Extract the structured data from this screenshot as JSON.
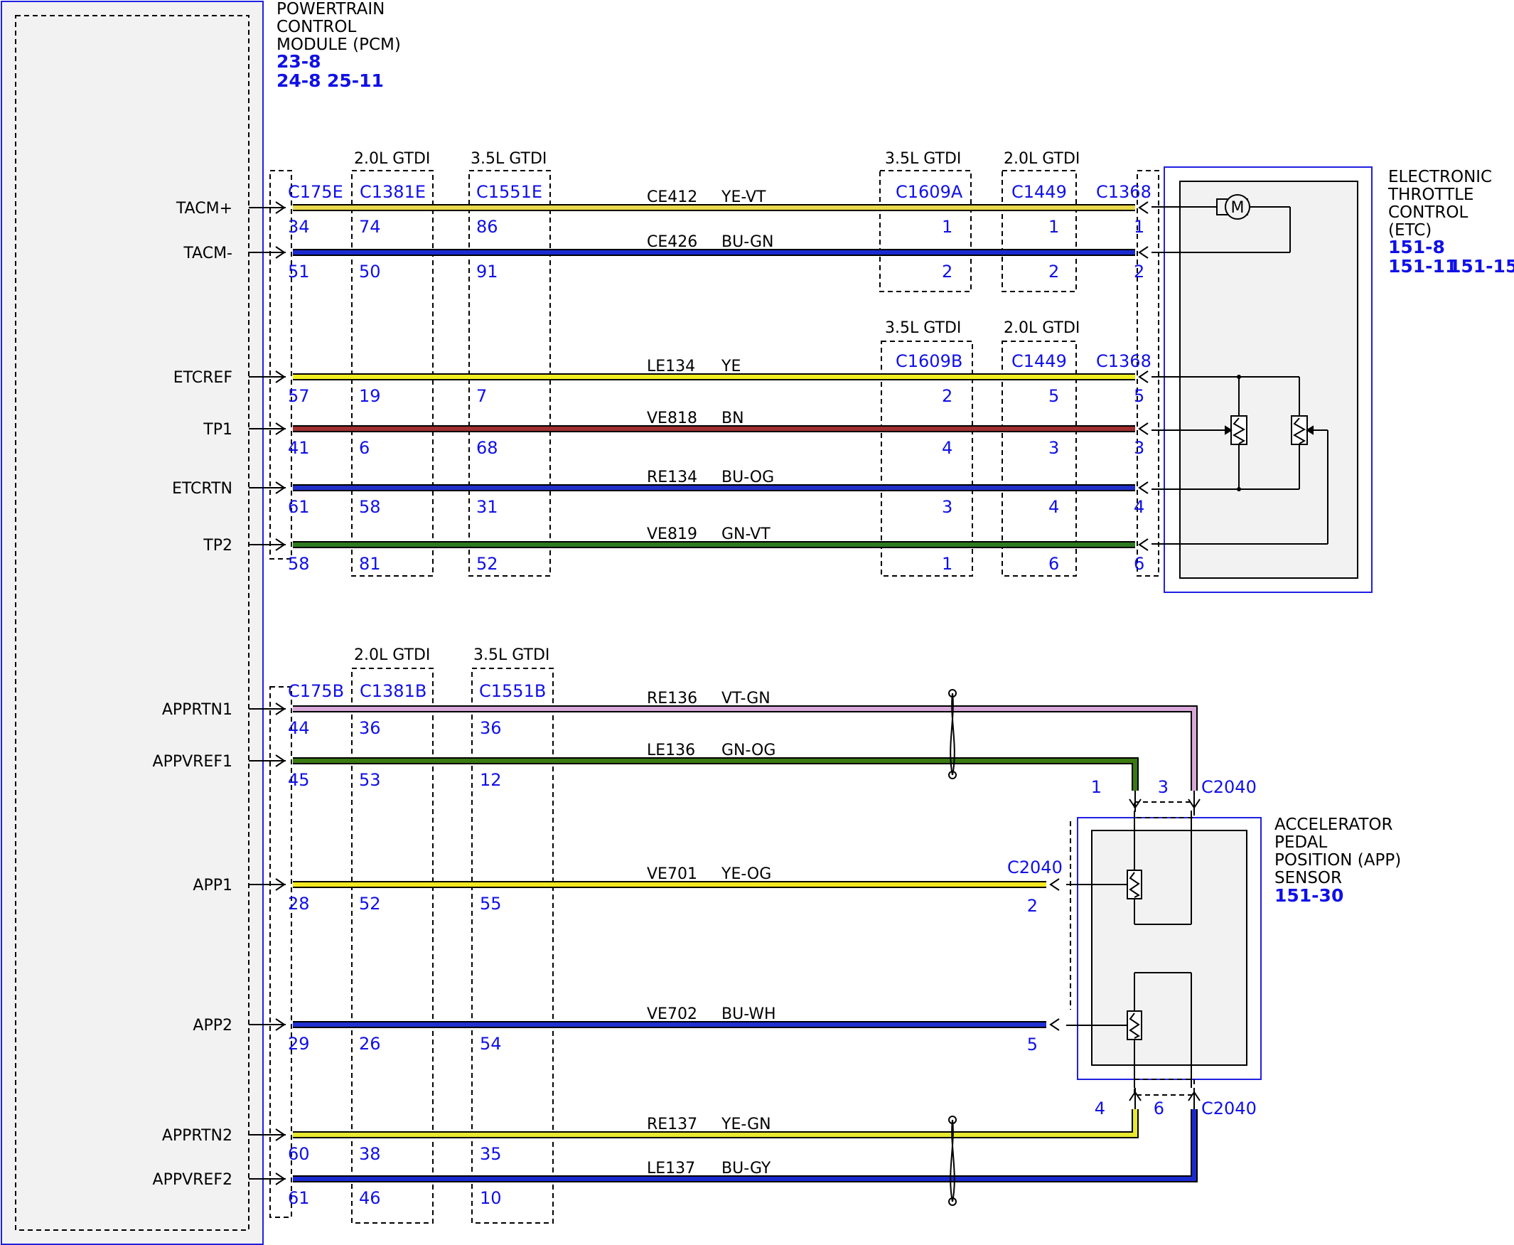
{
  "pcm": {
    "title": [
      "POWERTRAIN",
      "CONTROL",
      "MODULE (PCM)"
    ],
    "refs": [
      "23-8",
      "24-8",
      "25-11"
    ]
  },
  "etc": {
    "title": [
      "ELECTRONIC",
      "THROTTLE",
      "CONTROL",
      "(ETC)"
    ],
    "refs": [
      "151-8",
      "151-11",
      "151-15"
    ],
    "motor_symbol": "M"
  },
  "app_sensor": {
    "title": [
      "ACCELERATOR",
      "PEDAL",
      "POSITION (APP)",
      "SENSOR"
    ],
    "refs": [
      "151-30"
    ]
  },
  "variants": {
    "gtdi20": "2.0L GTDI",
    "gtdi35": "3.5L GTDI"
  },
  "connectors": {
    "top": [
      "C175E",
      "C1381E",
      "C1551E",
      "C1609A",
      "C1449",
      "C1368"
    ],
    "mid": [
      "C1609B",
      "C1449",
      "C1368"
    ],
    "bottom": [
      "C175B",
      "C1381B",
      "C1551B"
    ],
    "app": "C2040"
  },
  "colors": {
    "YE-VT": "#e8d84a",
    "BU-GN": "#1a2ad0",
    "YE": "#f0ee20",
    "BN": "#a03030",
    "BU-OG": "#2030c8",
    "GN-VT": "#2e7a20",
    "VT-GN": "#d8a8d8",
    "GN-OG": "#3a7a10",
    "YE-OG": "#f4e820",
    "BU-WH": "#2030d0",
    "YE-GN": "#e8e830",
    "BU-GY": "#1a2ad0"
  },
  "circuits": [
    {
      "signal": "TACM+",
      "circuit": "CE412",
      "color": "YE-VT",
      "pins": [
        "34",
        "74",
        "86",
        "1",
        "1",
        "1"
      ]
    },
    {
      "signal": "TACM-",
      "circuit": "CE426",
      "color": "BU-GN",
      "pins": [
        "51",
        "50",
        "91",
        "2",
        "2",
        "2"
      ]
    },
    {
      "signal": "ETCREF",
      "circuit": "LE134",
      "color": "YE",
      "pins": [
        "57",
        "19",
        "7",
        "2",
        "5",
        "5"
      ]
    },
    {
      "signal": "TP1",
      "circuit": "VE818",
      "color": "BN",
      "pins": [
        "41",
        "6",
        "68",
        "4",
        "3",
        "3"
      ]
    },
    {
      "signal": "ETCRTN",
      "circuit": "RE134",
      "color": "BU-OG",
      "pins": [
        "61",
        "58",
        "31",
        "3",
        "4",
        "4"
      ]
    },
    {
      "signal": "TP2",
      "circuit": "VE819",
      "color": "GN-VT",
      "pins": [
        "58",
        "81",
        "52",
        "1",
        "6",
        "6"
      ]
    },
    {
      "signal": "APPRTN1",
      "circuit": "RE136",
      "color": "VT-GN",
      "pins": [
        "44",
        "36",
        "36",
        "3"
      ]
    },
    {
      "signal": "APPVREF1",
      "circuit": "LE136",
      "color": "GN-OG",
      "pins": [
        "45",
        "53",
        "12",
        "1"
      ]
    },
    {
      "signal": "APP1",
      "circuit": "VE701",
      "color": "YE-OG",
      "pins": [
        "28",
        "52",
        "55",
        "2"
      ]
    },
    {
      "signal": "APP2",
      "circuit": "VE702",
      "color": "BU-WH",
      "pins": [
        "29",
        "26",
        "54",
        "5"
      ]
    },
    {
      "signal": "APPRTN2",
      "circuit": "RE137",
      "color": "YE-GN",
      "pins": [
        "60",
        "38",
        "35",
        "4"
      ]
    },
    {
      "signal": "APPVREF2",
      "circuit": "LE137",
      "color": "BU-GY",
      "pins": [
        "61",
        "46",
        "10",
        "6"
      ]
    }
  ]
}
